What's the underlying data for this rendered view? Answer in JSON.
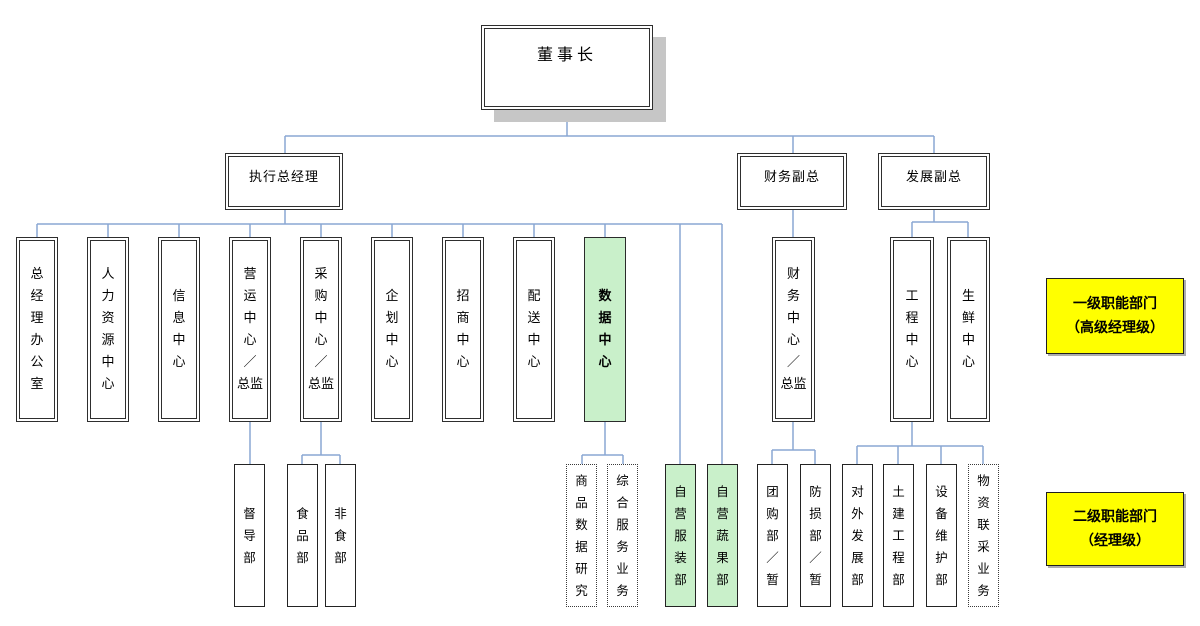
{
  "org": {
    "chairman": "董事长",
    "executives": {
      "exec_gm": "执行总经理",
      "finance_vp": "财务副总",
      "dev_vp": "发展副总"
    },
    "centers": {
      "gm_office": "总\n经\n理\n办\n公\n室",
      "hr": "人\n力\n资\n源\n中\n心",
      "info": "信\n息\n中\n心",
      "operations": "营\n运\n中\n心\n／\n总监",
      "procurement": "采\n购\n中\n心\n／\n总监",
      "planning": "企\n划\n中\n心",
      "merchants": "招\n商\n中\n心",
      "distribution": "配\n送\n中\n心",
      "data": "数\n据\n中\n心",
      "finance": "财\n务\n中\n心\n／\n总监",
      "engineering": "工\n程\n中\n心",
      "fresh": "生\n鲜\n中\n心"
    },
    "departments": {
      "supervision": "督\n导\n部",
      "food": "食\n品\n部",
      "nonfood": "非\n食\n部",
      "product_data_research": "商\n品\n数\n据\n研\n究",
      "general_service": "综\n合\n服\n务\n业\n务",
      "own_clothing": "自\n营\n服\n装\n部",
      "own_produce": "自\n营\n蔬\n果\n部",
      "group_purchase": "团\n购\n部\n／\n暂",
      "loss_prevention": "防\n损\n部\n／\n暂",
      "external_dev": "对\n外\n发\n展\n部",
      "civil_engineering": "土\n建\n工\n程\n部",
      "equipment_maintenance": "设\n备\n维\n护\n部",
      "material_joint_procurement": "物\n资\n联\n采\n业\n务"
    }
  },
  "legend": {
    "senior_level": "一级职能部门\n（高级经理级）",
    "manager_level": "二级职能部门\n（经理级）"
  },
  "colors": {
    "connector_blue": "#8aa7d3",
    "highlight_green": "#c9f0ca",
    "legend_yellow": "#ffff00",
    "shadow_gray": "#c6c6c6",
    "border_dark": "#2e2e2e"
  }
}
